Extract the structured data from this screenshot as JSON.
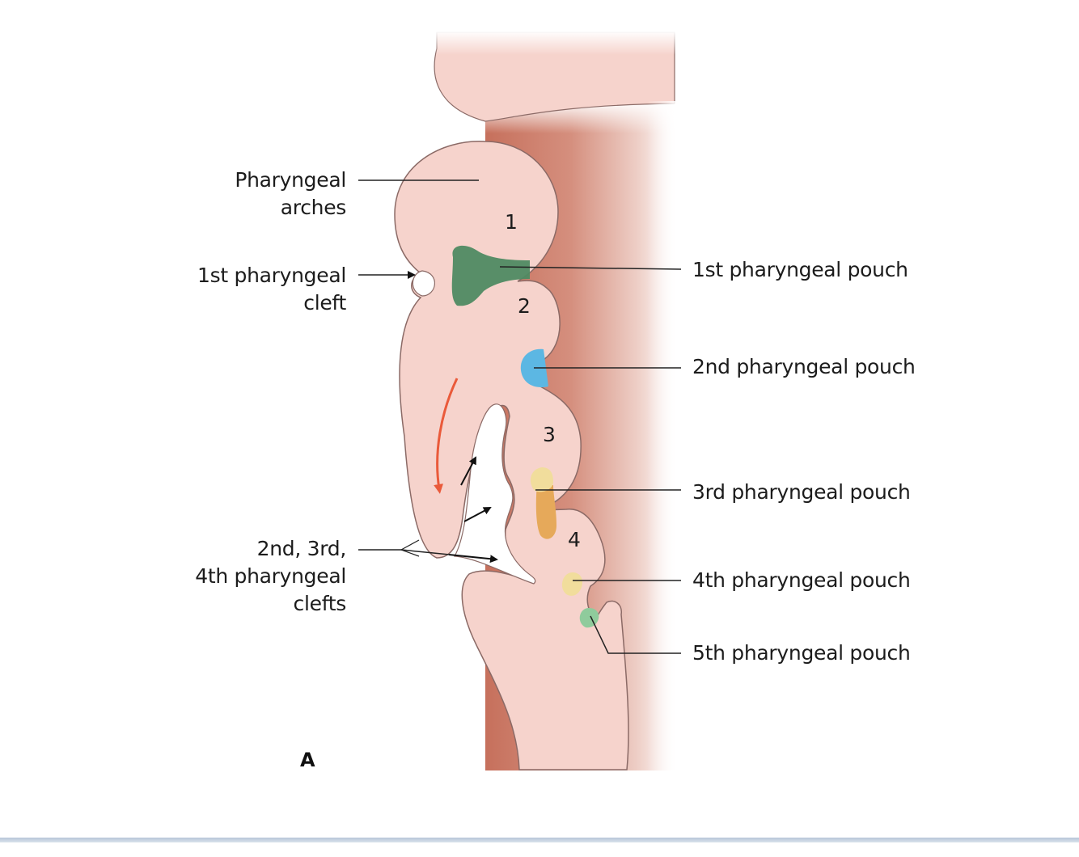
{
  "colors": {
    "tissue": "#f6d3cc",
    "tissue_outline": "#8b6a66",
    "pharynx_wall": "#c6705c",
    "pouch1": "#4f8a62",
    "pouch2": "#5cb7e3",
    "pouch3": "#e6a95a",
    "pouch4": "#f1dd9c",
    "pouch5": "#8fcb9c",
    "arrow_red": "#ea5a3a"
  },
  "labels": {
    "pharyngeal_arches": [
      "Pharyngeal",
      "arches"
    ],
    "first_cleft": [
      "1st pharyngeal",
      "cleft"
    ],
    "other_clefts": [
      "2nd, 3rd,",
      "4th pharyngeal",
      "clefts"
    ],
    "pouch1": "1st pharyngeal pouch",
    "pouch2": "2nd pharyngeal pouch",
    "pouch3": "3rd pharyngeal pouch",
    "pouch4": "4th pharyngeal pouch",
    "pouch5": "5th pharyngeal pouch"
  },
  "arch_numbers": [
    "1",
    "2",
    "3",
    "4"
  ],
  "panel_letter": "A"
}
